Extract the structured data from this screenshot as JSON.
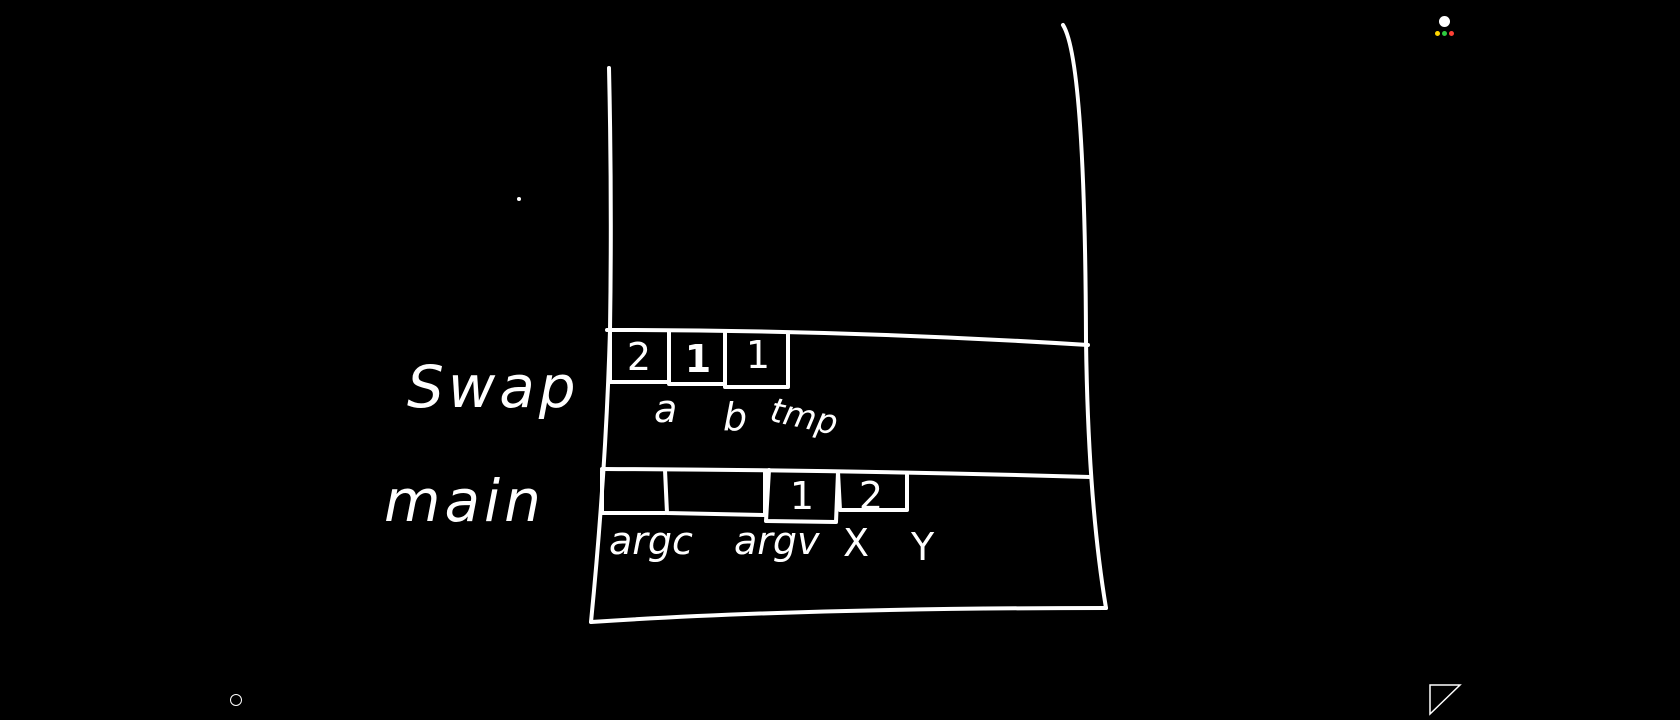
{
  "frames": {
    "swap": {
      "label": "Swap",
      "cells": [
        {
          "value": "2",
          "label": "a"
        },
        {
          "value": "1",
          "label": "b"
        },
        {
          "value": "1",
          "label": "tmp"
        }
      ]
    },
    "main": {
      "label": "main",
      "cells": [
        {
          "value": "",
          "label": "argc"
        },
        {
          "value": "",
          "label": "argv"
        },
        {
          "value": "1",
          "label": "X"
        },
        {
          "value": "2",
          "label": "Y"
        }
      ]
    }
  },
  "controls": {
    "menu_icon": "more-dots-icon",
    "menu_colors": [
      "#ffd600",
      "#2ecc40",
      "#ff4136"
    ],
    "record_icon": "circle-icon",
    "corner_icon": "corner-triangle-icon"
  }
}
